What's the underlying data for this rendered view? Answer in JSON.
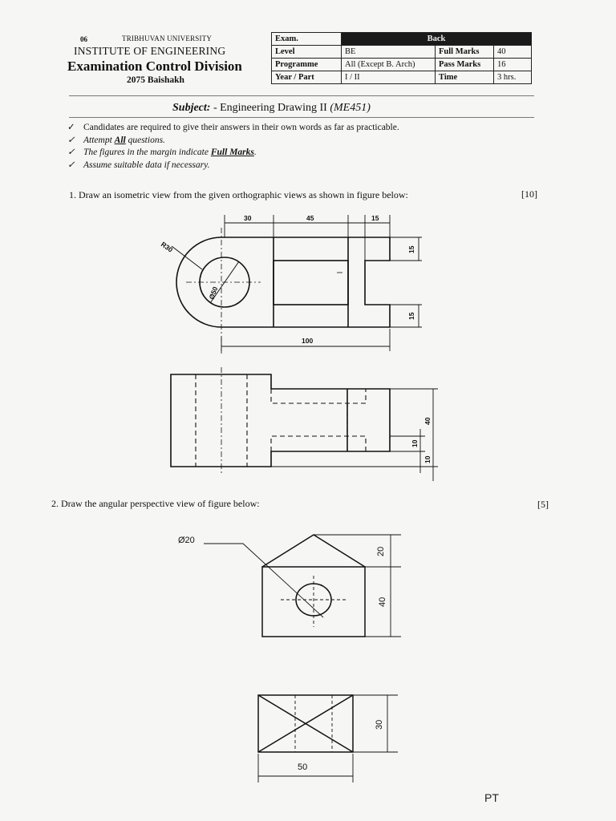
{
  "header": {
    "code": "06",
    "university": "TRIBHUVAN UNIVERSITY",
    "institute": "INSTITUTE OF ENGINEERING",
    "division": "Examination Control Division",
    "year": "2075 Baishakh"
  },
  "exam_table": {
    "exam_label": "Exam.",
    "exam_value": "Back",
    "level_label": "Level",
    "level_value": "BE",
    "full_marks_label": "Full Marks",
    "full_marks_value": "40",
    "programme_label": "Programme",
    "programme_value": "All (Except B. Arch)",
    "pass_marks_label": "Pass Marks",
    "pass_marks_value": "16",
    "year_part_label": "Year / Part",
    "year_part_value": "I / II",
    "time_label": "Time",
    "time_value": "3 hrs."
  },
  "subject": {
    "label": "Subject:",
    "text": " - Engineering Drawing II ",
    "code": "(ME451)"
  },
  "instructions": {
    "check": "✓",
    "i1": "Candidates are required to give their answers in their own words as far as practicable.",
    "i2_a": "Attempt ",
    "i2_b": "All",
    "i2_c": " questions.",
    "i3_a": "The figures in the margin indicate ",
    "i3_b": "Full Marks",
    "i3_c": ".",
    "i4": "Assume suitable data if necessary."
  },
  "q1": {
    "text": "1.   Draw an isometric view from the given orthographic views as shown in figure below:",
    "marks": "[10]",
    "dims": {
      "d30": "30",
      "d45": "45",
      "d15a": "15",
      "d15b": "15",
      "d15c": "15",
      "d100": "100",
      "r30": "R30",
      "phi50": "Ø50",
      "d40": "40",
      "d10a": "10",
      "d10b": "10"
    }
  },
  "q2": {
    "text": "2.   Draw the angular perspective view of figure below:",
    "marks": "[5]",
    "dims": {
      "phi20": "Ø20",
      "d20": "20",
      "d40": "40",
      "d30": "30",
      "d50": "50"
    }
  },
  "footer": {
    "pto": "PT"
  }
}
